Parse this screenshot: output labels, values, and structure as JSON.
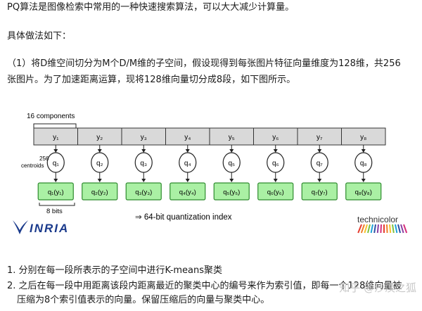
{
  "article": {
    "intro": "PQ算法是图像检索中常用的一种快速搜索算法，可以大大减少计算量。",
    "method_heading": "具体做法如下：",
    "step1_line1": "（1）将D维空间切分为M个D/M维的子空间，假设现得到每张图片特征向量维度为128维，共256",
    "step1_line2": "张图片。为了加速距离运算，现将128维向量切分成8段，如下图所示。",
    "list_item_1": "1. 分别在每一段所表示的子空间中进行K-means聚类",
    "list_item_2_line1": "2. 之后在每一段中用距离该段内距离最近的聚类中心的编号来作为索引值，即每一个128维向量被",
    "list_item_2_line2": "压缩为8个索引值表示的向量。保留压缩后的向量与聚类中心。"
  },
  "figure": {
    "components_label": "16 components",
    "segments": [
      {
        "y": "y₁",
        "q": "q₁",
        "code": "q₁(y₁)"
      },
      {
        "y": "y₂",
        "q": "q₂",
        "code": "q₂(y₂)"
      },
      {
        "y": "y₃",
        "q": "q₃",
        "code": "q₃(y₃)"
      },
      {
        "y": "y₄",
        "q": "q₄",
        "code": "q₄(y₄)"
      },
      {
        "y": "y₅",
        "q": "q₅",
        "code": "q₅(y₅)"
      },
      {
        "y": "y₆",
        "q": "q₆",
        "code": "q₆(y₆)"
      },
      {
        "y": "y₇",
        "q": "q₇",
        "code": "q₇(y₇)"
      },
      {
        "y": "y₈",
        "q": "q₈",
        "code": "q₈(y₈)"
      }
    ],
    "centroids_label_1": "256",
    "centroids_label_2": "centroids",
    "bits_label": "8 bits",
    "index_label": "⇒ 64-bit quantization index",
    "inria_logo": "INRIA",
    "technicolor_logo": "technicolor",
    "colors": {
      "segment_fill": "#d9d9d9",
      "code_fill": "#aaf0a4",
      "code_stroke": "#2e8b2e"
    }
  },
  "watermark": "知乎 @沙漠之狐"
}
